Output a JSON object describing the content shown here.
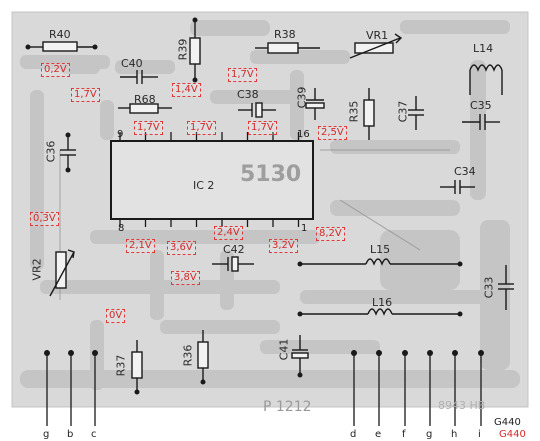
{
  "board": {
    "ic": {
      "name": "IC 2",
      "part": "5130",
      "pin_left_top": "9",
      "pin_right_top": "16",
      "pin_left_bottom": "8",
      "pin_right_bottom": "1"
    },
    "components": {
      "r40": "R40",
      "c40": "C40",
      "r39": "R39",
      "r38": "R38",
      "vr1": "VR1",
      "l14": "L14",
      "r68": "R68",
      "c38": "C38",
      "c39": "C39",
      "r35": "R35",
      "c37": "C37",
      "c35": "C35",
      "c36": "C36",
      "c34": "C34",
      "vr2": "VR2",
      "c42": "C42",
      "l15": "L15",
      "l16": "L16",
      "c33": "C33",
      "r37": "R37",
      "r36": "R36",
      "c41": "C41"
    },
    "voltages": {
      "v1": "0,2V",
      "v2": "1,7V",
      "v3": "1,4V",
      "v4": "1,7V",
      "v5": "1,7V",
      "v6": "1,7V",
      "v7": "1,7V",
      "v8": "2,5V",
      "v9": "0,3V",
      "v10": "2,1V",
      "v11": "3,6V",
      "v12": "2,4V",
      "v13": "3,2V",
      "v14": "8,2V",
      "v15": "3,8V",
      "v16": "0V"
    },
    "board_code": "P 1212",
    "stamp": "8943 HB",
    "terminals_left": [
      "g",
      "b",
      "c"
    ],
    "terminals_right": [
      "d",
      "e",
      "f",
      "g",
      "h",
      "i"
    ],
    "figure_id": "G440",
    "figure_id_red": "G440"
  },
  "colors": {
    "board": "#d7d7d7",
    "trace": "#bdbdbd",
    "label_red": "#d42a2a",
    "ink": "#1a1a1a"
  }
}
